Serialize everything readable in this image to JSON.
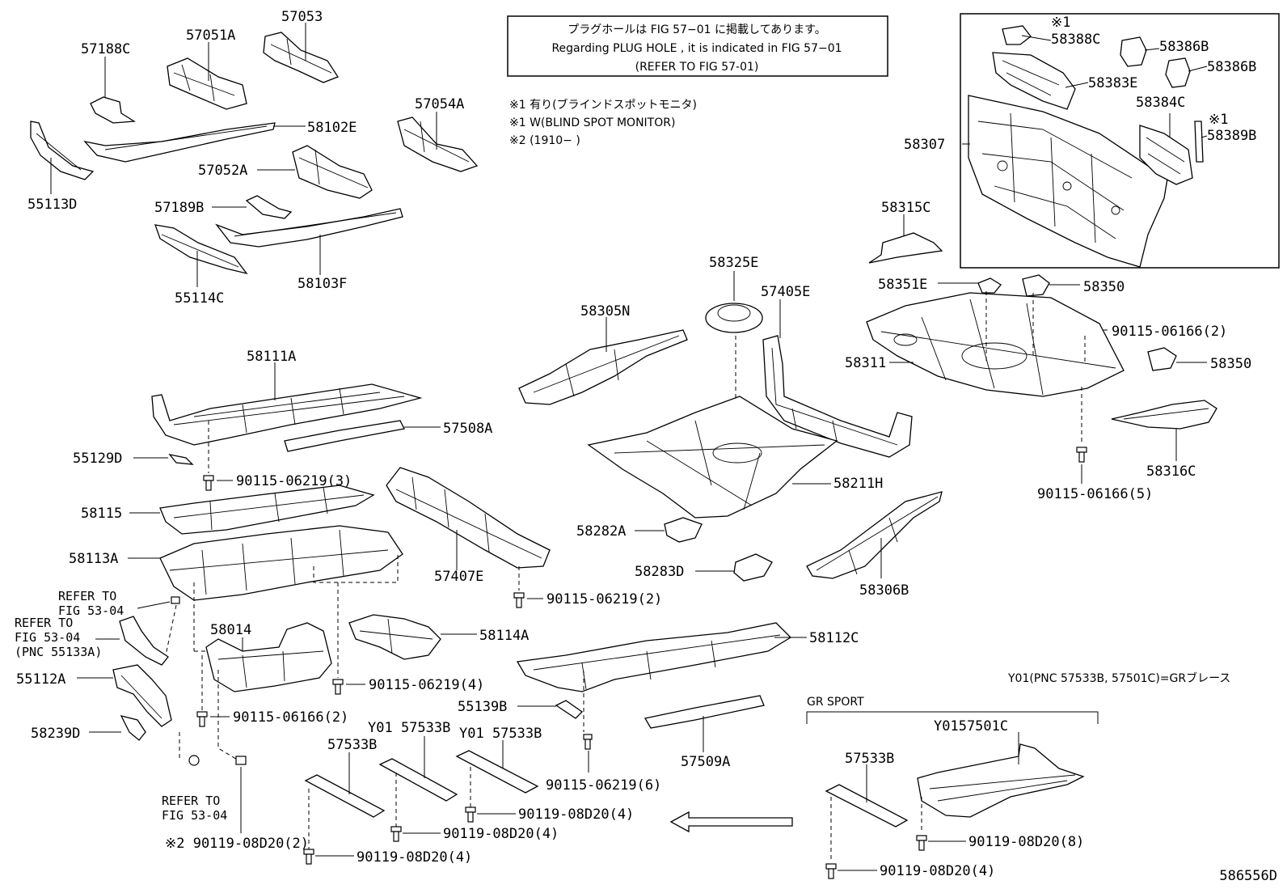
{
  "header_note": {
    "line1": "プラグホールは FIG 57−01 に掲載してあります。",
    "line2": "Regarding PLUG HOLE , it is indicated in FIG 57−01",
    "line3": "(REFER TO FIG 57-01)"
  },
  "footnotes": {
    "n1": "※1 有り(ブラインドスポットモニタ)",
    "n2": "※1 W(BLIND SPOT MONITOR)",
    "n3": "※2 (1910−        )"
  },
  "y01_note": "Y01(PNC 57533B, 57501C)=GRブレース",
  "gr_sport": "GR SPORT",
  "diagram_id": "586556D",
  "labels": {
    "p57188C": "57188C",
    "p57051A": "57051A",
    "p57053": "57053",
    "p57054A": "57054A",
    "p58102E": "58102E",
    "p57052A": "57052A",
    "p55113D": "55113D",
    "p57189B": "57189B",
    "p55114C": "55114C",
    "p58103F": "58103F",
    "p58111A": "58111A",
    "p57508A": "57508A",
    "p55129D": "55129D",
    "b06219_3": "90115-06219(3)",
    "p58115": "58115",
    "p58113A": "58113A",
    "p57407E": "57407E",
    "b06219_2": "90115-06219(2)",
    "refer1a": "REFER TO",
    "refer1b": "FIG 53-04",
    "refer2a": "REFER TO",
    "refer2b": "FIG 53-04",
    "refer2c": "(PNC 55133A)",
    "p58014": "58014",
    "p58114A": "58114A",
    "p55112A": "55112A",
    "b06219_4": "90115-06219(4)",
    "b06166_2a": "90115-06166(2)",
    "p58239D": "58239D",
    "refer3a": "REFER TO",
    "refer3b": "FIG 53-04",
    "b08D20_2": "※2 90119-08D20(2)",
    "b08D20_4a": "90119-08D20(4)",
    "p57533B_a": "57533B",
    "y01a": "Y01 57533B",
    "y01b": "Y01 57533B",
    "b08D20_4b": "90119-08D20(4)",
    "b08D20_4c": "90119-08D20(4)",
    "p55139B": "55139B",
    "b06219_6": "90115-06219(6)",
    "p57509A": "57509A",
    "p58112C": "58112C",
    "p58305N": "58305N",
    "p58325E": "58325E",
    "p57405E": "57405E",
    "p58211H": "58211H",
    "p58282A": "58282A",
    "p58283D": "58283D",
    "p58306B": "58306B",
    "p58315C": "58315C",
    "p58351E": "58351E",
    "p58350a": "58350",
    "b06166_2b": "90115-06166(2)",
    "p58311": "58311",
    "p58350b": "58350",
    "p58316C": "58316C",
    "b06166_5": "90115-06166(5)",
    "p58388C": "58388C",
    "p58386B_a": "58386B",
    "p58386B_b": "58386B",
    "p58383E": "58383E",
    "p58384C": "58384C",
    "p58389B": "58389B",
    "p58307": "58307",
    "m1a": "※1",
    "m1b": "※1",
    "p57533B_b": "57533B",
    "y0157501C": "Y0157501C",
    "b08D20_8": "90119-08D20(8)",
    "b08D20_4d": "90119-08D20(4)"
  }
}
